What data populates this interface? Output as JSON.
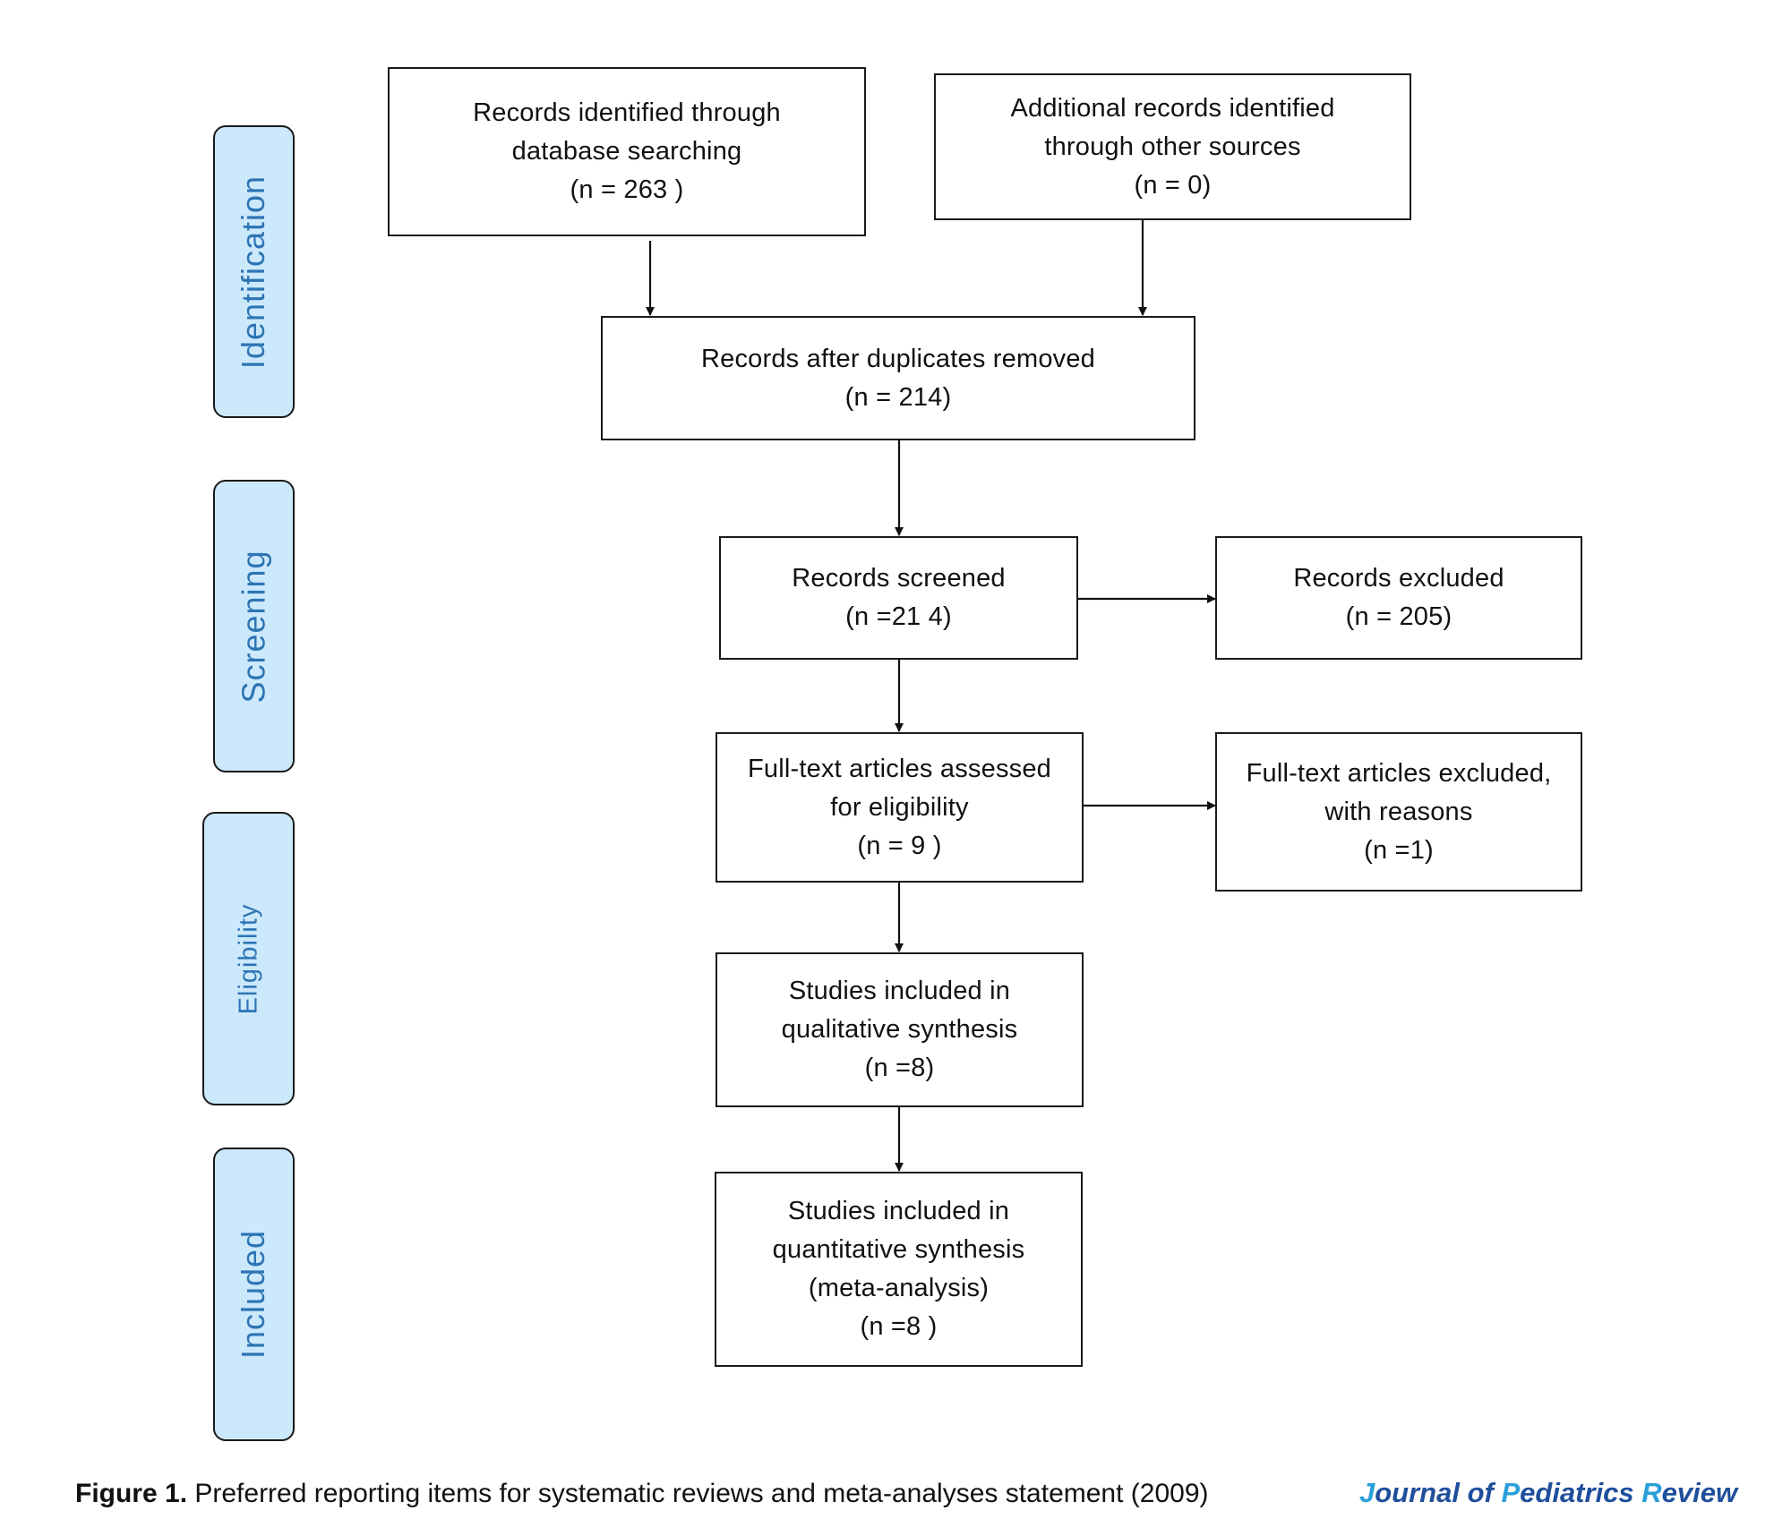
{
  "phases": {
    "identification": "Identification",
    "screening": "Screening",
    "eligibility": "Eligibility",
    "included": "Included"
  },
  "boxes": {
    "database_records": [
      "Records identified through",
      "database searching",
      "(n = 263   )"
    ],
    "other_records": [
      "Additional records identified",
      "through other sources",
      "(n = 0)"
    ],
    "after_duplicates": [
      "Records after duplicates removed",
      "(n =  214)"
    ],
    "screened": [
      "Records screened",
      "(n =21 4)"
    ],
    "excluded": [
      "Records excluded",
      "(n =   205)"
    ],
    "fulltext_assessed": [
      "Full-text articles assessed",
      "for eligibility",
      "(n = 9  )"
    ],
    "fulltext_excluded": [
      "Full-text articles excluded,",
      "with reasons",
      "(n =1)"
    ],
    "qualitative": [
      "Studies included in",
      "qualitative synthesis",
      "(n =8)"
    ],
    "quantitative": [
      "Studies included in",
      "quantitative synthesis",
      "(meta-analysis)",
      "(n =8 )"
    ]
  },
  "caption": {
    "label": "Figure 1.",
    "text": " Preferred reporting items for systematic reviews and meta-analyses statement (2009)"
  },
  "journal": {
    "j": "J",
    "ournal_of": "ournal of ",
    "p": "P",
    "ediatrics": "ediatrics ",
    "r": "R",
    "eview": "eview"
  },
  "colors": {
    "phase_fill": "#cce9fb",
    "phase_text": "#2d74b4",
    "border": "#1a1a1a",
    "logo_dark": "#1f4f9c",
    "logo_light": "#2aa0d8"
  }
}
